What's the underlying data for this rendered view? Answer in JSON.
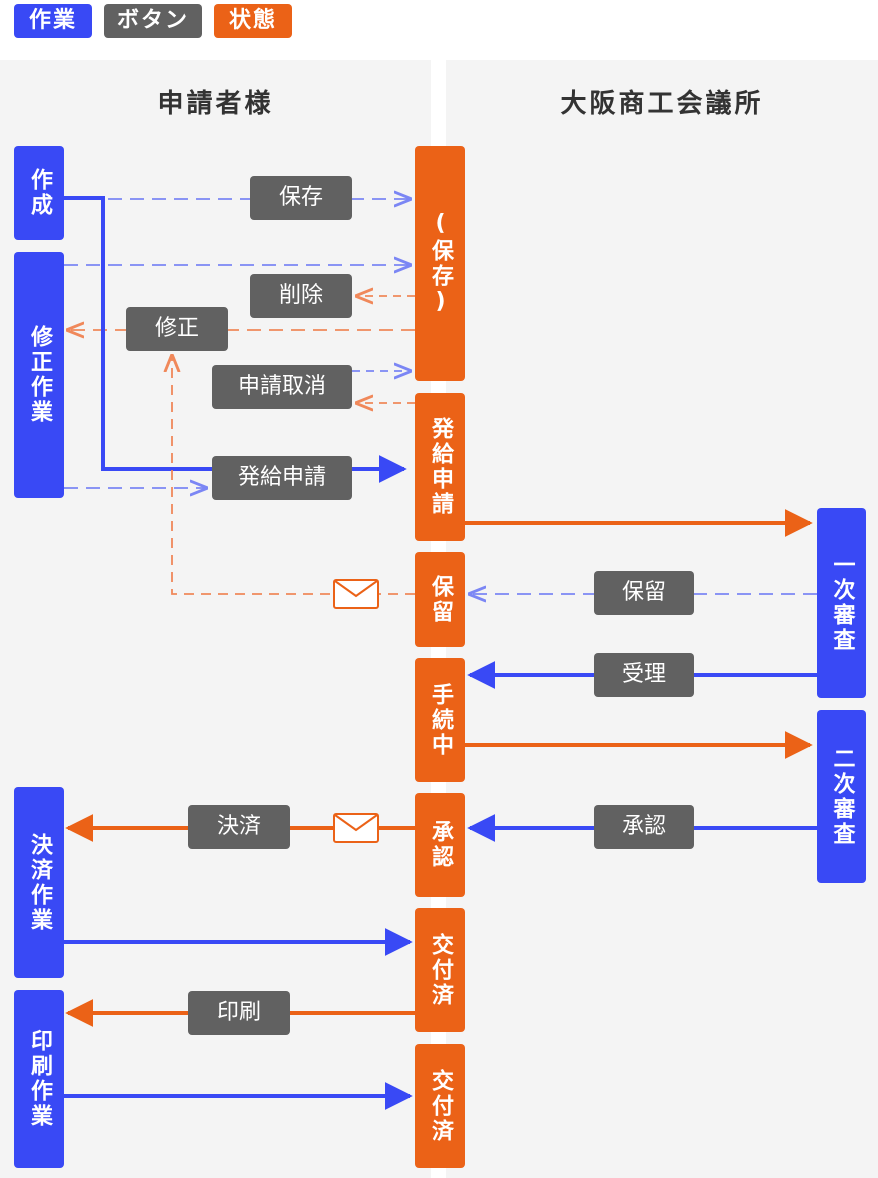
{
  "legend": {
    "task": "作業",
    "button": "ボタン",
    "state": "状態"
  },
  "lanes": {
    "applicant": "申請者様",
    "chamber": "大阪商工会議所"
  },
  "tasks": {
    "create": "作成",
    "edit": "修正作業",
    "payment": "決済作業",
    "print": "印刷作業",
    "review1": "一次審査",
    "review2": "二次審査"
  },
  "states": {
    "saved": "(保存)",
    "applied": "発給申請",
    "hold": "保留",
    "processing": "手続中",
    "approved": "承認",
    "issued1": "交付済",
    "issued2": "交付済"
  },
  "buttons": {
    "save": "保存",
    "delete": "削除",
    "fix": "修正",
    "cancel": "申請取消",
    "apply": "発給申請",
    "hold": "保留",
    "accept": "受理",
    "approve": "承認",
    "pay": "決済",
    "print": "印刷"
  },
  "colors": {
    "blue": "#3949f5",
    "orange": "#eb6217",
    "gray": "#616161",
    "dashed_blue": "#7b86f4",
    "dashed_orange": "#f0885a"
  },
  "icons": [
    "envelope-icon",
    "arrow-icon"
  ]
}
